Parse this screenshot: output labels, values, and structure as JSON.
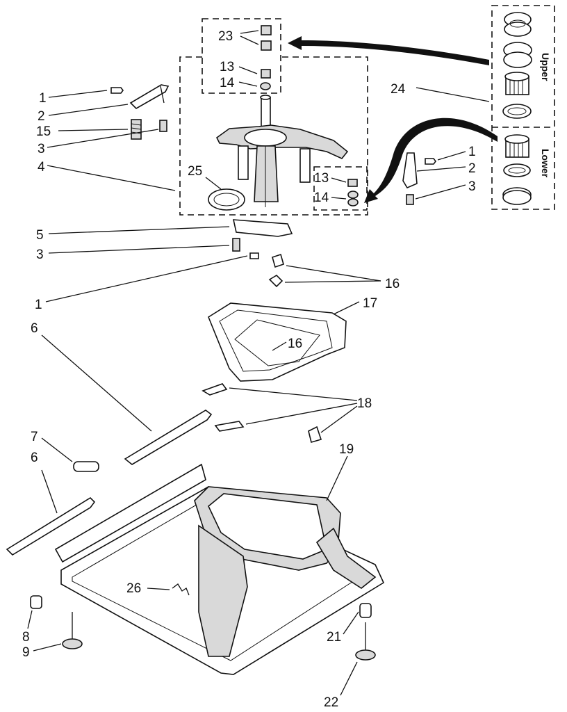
{
  "callouts": [
    {
      "id": "c23a",
      "text": "23"
    },
    {
      "id": "c13a",
      "text": "13"
    },
    {
      "id": "c14a",
      "text": "14"
    },
    {
      "id": "c1a",
      "text": "1"
    },
    {
      "id": "c2a",
      "text": "2"
    },
    {
      "id": "c15",
      "text": "15"
    },
    {
      "id": "c3a",
      "text": "3"
    },
    {
      "id": "c4",
      "text": "4"
    },
    {
      "id": "c25",
      "text": "25"
    },
    {
      "id": "c13b",
      "text": "13"
    },
    {
      "id": "c14b",
      "text": "14"
    },
    {
      "id": "c24",
      "text": "24"
    },
    {
      "id": "c1b",
      "text": "1"
    },
    {
      "id": "c2b",
      "text": "2"
    },
    {
      "id": "c3b",
      "text": "3"
    },
    {
      "id": "c5",
      "text": "5"
    },
    {
      "id": "c3c",
      "text": "3"
    },
    {
      "id": "c1c",
      "text": "1"
    },
    {
      "id": "c16a",
      "text": "16"
    },
    {
      "id": "c17",
      "text": "17"
    },
    {
      "id": "c16b",
      "text": "16"
    },
    {
      "id": "c6a",
      "text": "6"
    },
    {
      "id": "c18",
      "text": "18"
    },
    {
      "id": "c7",
      "text": "7"
    },
    {
      "id": "c6b",
      "text": "6"
    },
    {
      "id": "c19",
      "text": "19"
    },
    {
      "id": "c26",
      "text": "26"
    },
    {
      "id": "c8",
      "text": "8"
    },
    {
      "id": "c9",
      "text": "9"
    },
    {
      "id": "c21",
      "text": "21"
    },
    {
      "id": "c22",
      "text": "22"
    }
  ],
  "bearing_box": {
    "upper_label": "Upper",
    "lower_label": "Lower"
  }
}
